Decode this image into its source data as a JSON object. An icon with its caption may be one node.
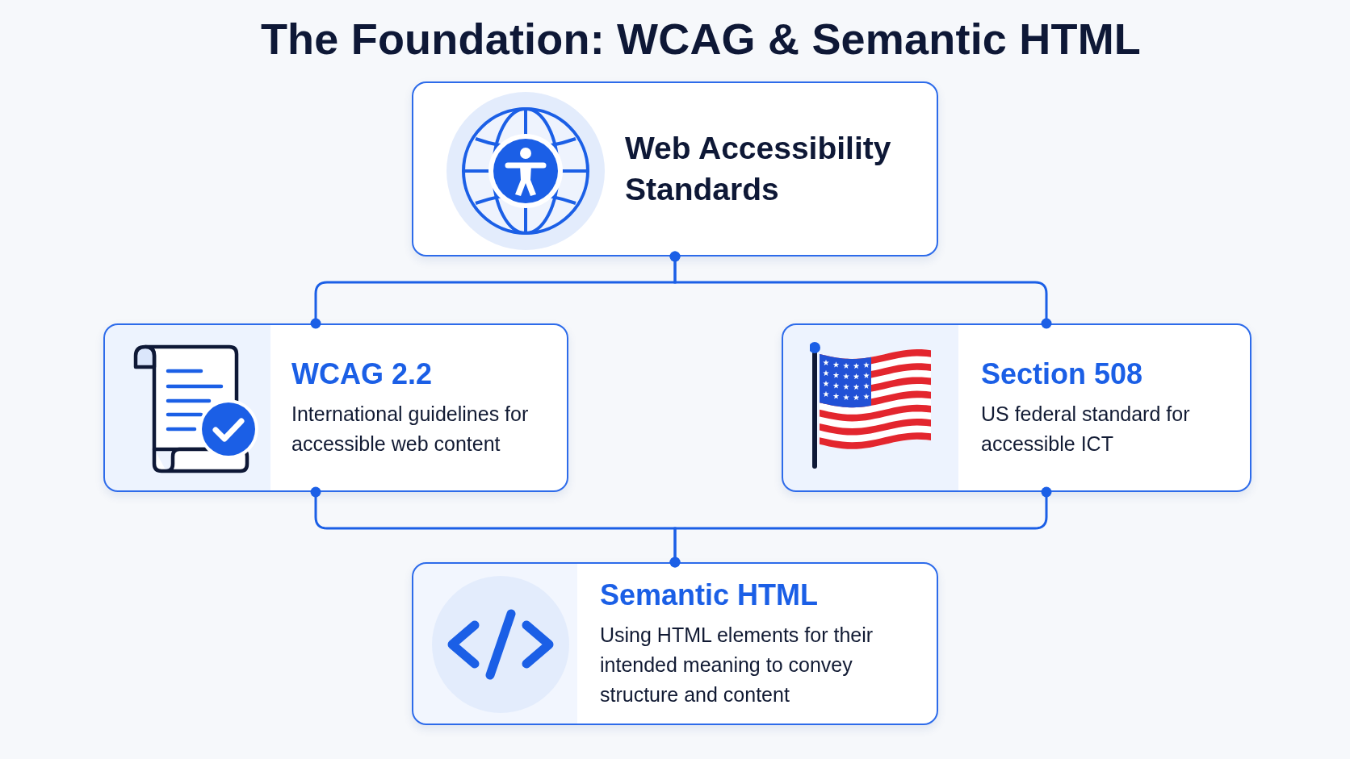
{
  "diagram": {
    "title": "The Foundation: WCAG & Semantic HTML",
    "nodes": [
      {
        "text": [
          "Web Accessibility Standards"
        ]
      },
      {
        "text": [
          "WCAG 2.2",
          "International guidelines for accessible web content"
        ]
      },
      {
        "text": [
          "Section 508",
          "US federal standard for accessible ICT"
        ]
      },
      {
        "text": [
          "Semantic HTML",
          "Using HTML elements for their intended meaning to convey structure and content"
        ]
      }
    ],
    "edges": [
      {
        "from": 0,
        "to": 1,
        "arrow": "other"
      },
      {
        "from": 0,
        "to": 2,
        "arrow": "other"
      },
      {
        "from": 1,
        "to": 3,
        "arrow": "other"
      },
      {
        "from": 2,
        "to": 3,
        "arrow": "other"
      }
    ]
  }
}
